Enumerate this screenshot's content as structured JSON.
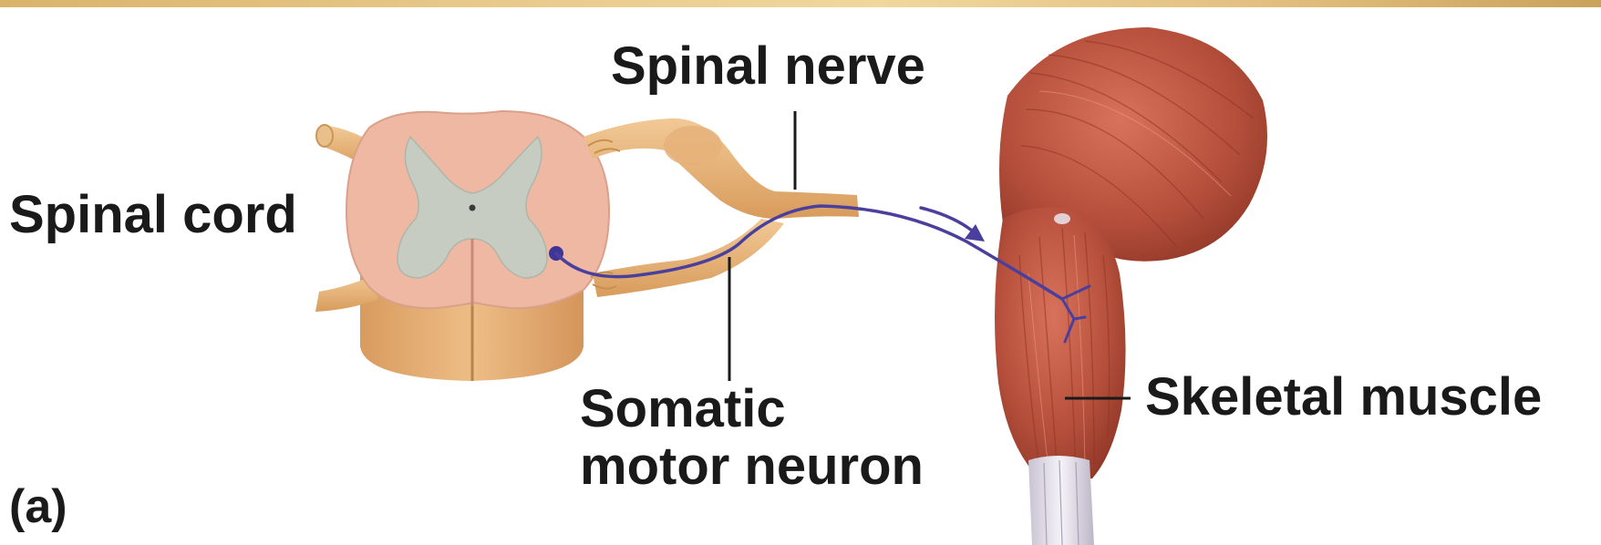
{
  "diagram": {
    "panel_letter": "(a)",
    "labels": {
      "spinal_nerve": "Spinal nerve",
      "spinal_cord": "Spinal cord",
      "somatic_motor_neuron_line1": "Somatic",
      "somatic_motor_neuron_line2": "motor neuron",
      "skeletal_muscle": "Skeletal muscle"
    },
    "colors": {
      "cord_white_matter": "#eeb8a2",
      "cord_gray_matter": "#c6ccc2",
      "nerve_root": "#e7b47c",
      "neuron_path": "#4b3f9e",
      "muscle": "#b94e3c",
      "tendon": "#e8e4ec"
    }
  }
}
